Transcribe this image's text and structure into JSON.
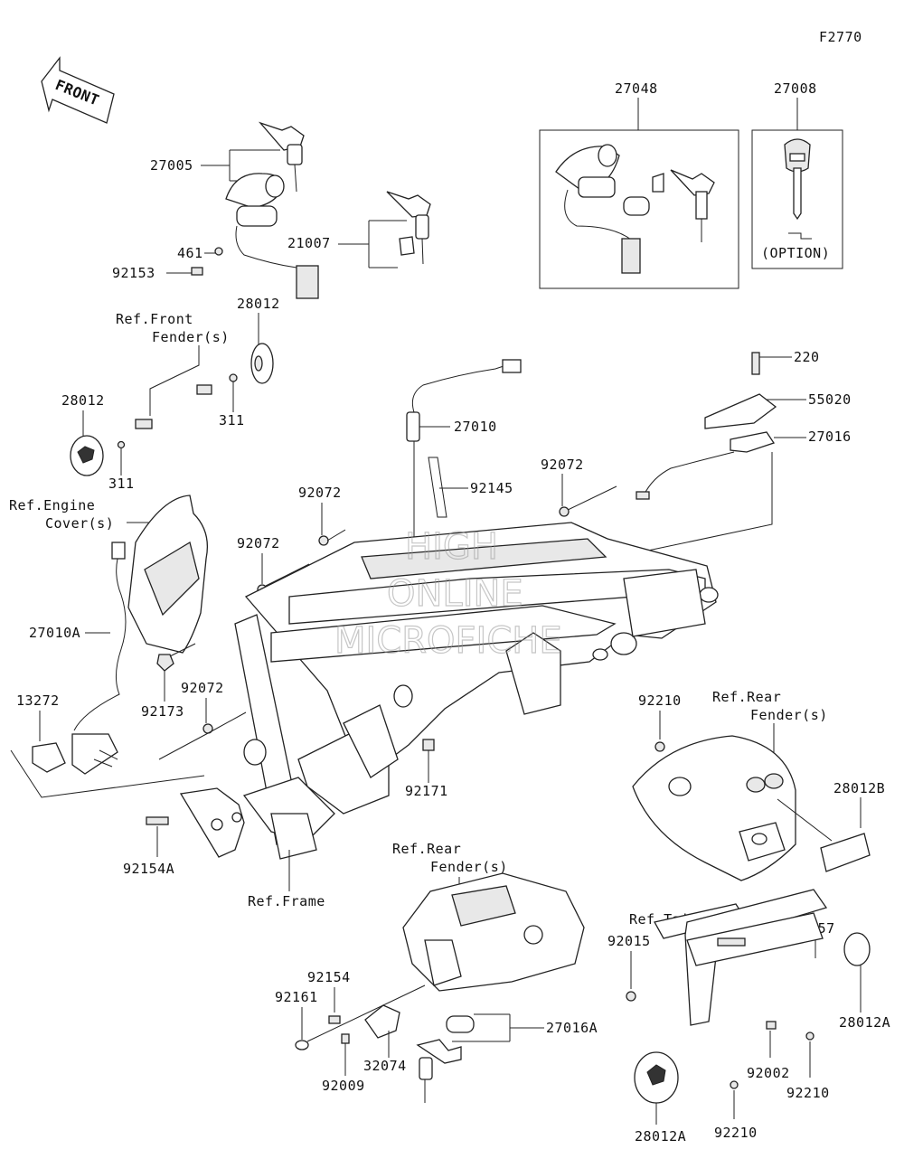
{
  "figure_code": "F2770",
  "front_label": "FRONT",
  "option_label": "(OPTION)",
  "watermark": [
    "HIGH",
    "ONLINE",
    "MICROFICHE"
  ],
  "part_labels": {
    "p27048": "27048",
    "p27008": "27008",
    "p27005": "27005",
    "p461": "461",
    "p92153": "92153",
    "p21007": "21007",
    "p28012_top": "28012",
    "p28012_left": "28012",
    "p311_a": "311",
    "p311_b": "311",
    "p220": "220",
    "p55020": "55020",
    "p27016": "27016",
    "p27010": "27010",
    "p92145": "92145",
    "p92072_a": "92072",
    "p92072_b": "92072",
    "p92072_c": "92072",
    "p92072_d": "92072",
    "p27010A": "27010A",
    "p13272": "13272",
    "p92173": "92173",
    "p92171": "92171",
    "p92154A": "92154A",
    "p92210_a": "92210",
    "p28012B": "28012B",
    "p11057": "11057",
    "p92015": "92015",
    "p28012A_r": "28012A",
    "p92002": "92002",
    "p92210_b": "92210",
    "p92210_c": "92210",
    "p28012A_b": "28012A",
    "p92154": "92154",
    "p92161": "92161",
    "p32074": "32074",
    "p92009": "92009",
    "p27016A": "27016A"
  },
  "references": {
    "front_fender_1": "Ref.Front",
    "front_fender_2": "Fender(s)",
    "engine_cover_1": "Ref.Engine",
    "engine_cover_2": "Cover(s)",
    "rear_fender_r1": "Ref.Rear",
    "rear_fender_r2": "Fender(s)",
    "rear_fender_c1": "Ref.Rear",
    "rear_fender_c2": "Fender(s)",
    "frame": "Ref.Frame",
    "taillight": "Ref.Taillight(s)"
  },
  "colors": {
    "line": "#222222",
    "background": "#ffffff"
  }
}
